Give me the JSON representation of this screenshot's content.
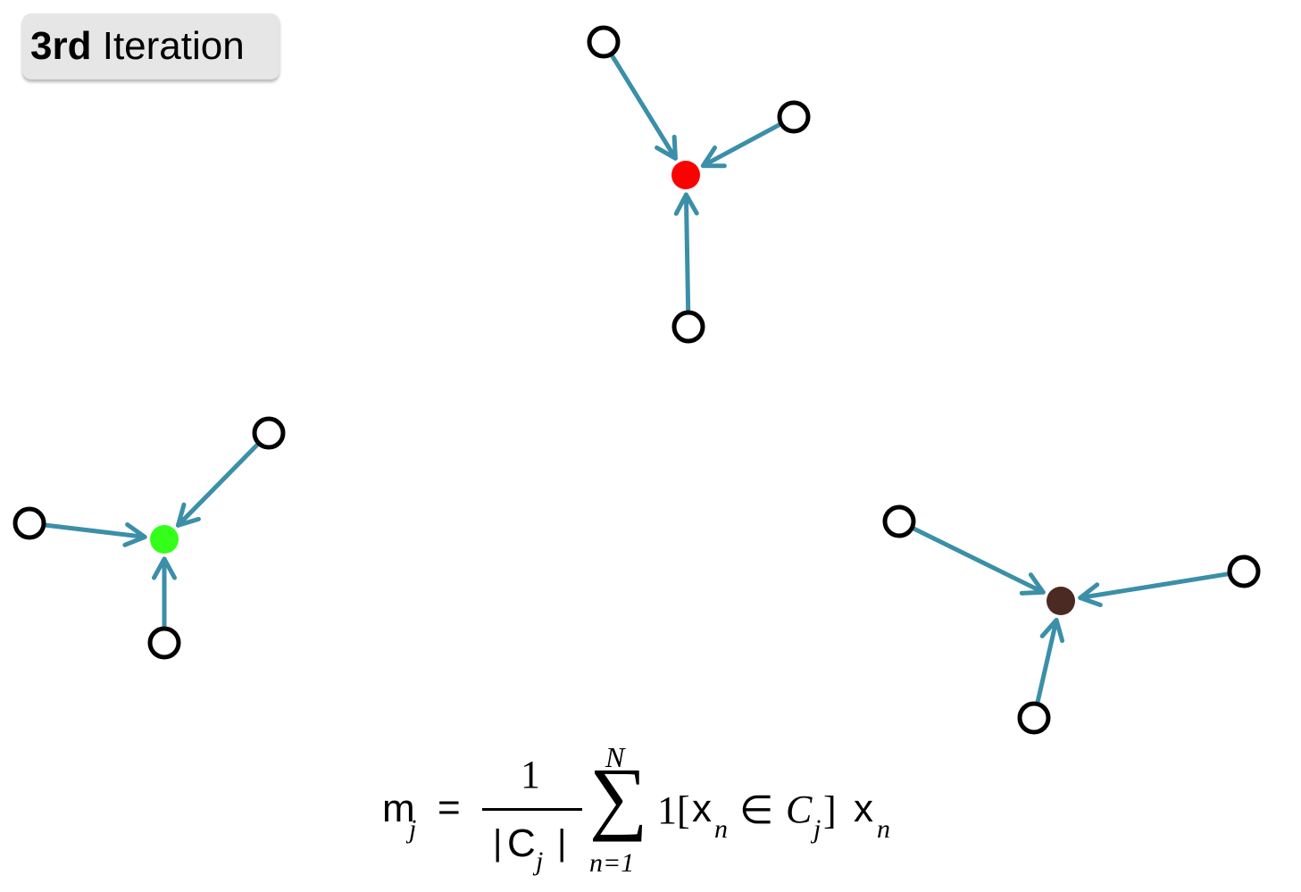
{
  "title": {
    "bold": "3rd",
    "rest": "Iteration"
  },
  "colors": {
    "edge": "#3b8fa8",
    "node_stroke": "#000000",
    "node_fill": "#ffffff",
    "badge_bg": "#e6e6e6",
    "centroid_red": "#ff0000",
    "centroid_green": "#33ff1a",
    "centroid_brown": "#4a2a22"
  },
  "formula": {
    "lhs": "m",
    "lhs_sub": "j",
    "equals": "=",
    "numerator": "1",
    "denominator_bar_left": "|",
    "denominator_c": "C",
    "denominator_sub": "j",
    "denominator_bar_right": "|",
    "sum_symbol": "∑",
    "sum_upper": "N",
    "sum_lower": "n=1",
    "indicator": "1[",
    "x": "x",
    "x_sub": "n",
    "in_symbol": "∈",
    "set_c": "C",
    "set_sub": "j",
    "close_bracket": "]",
    "x2": "x",
    "x2_sub": "n"
  }
}
